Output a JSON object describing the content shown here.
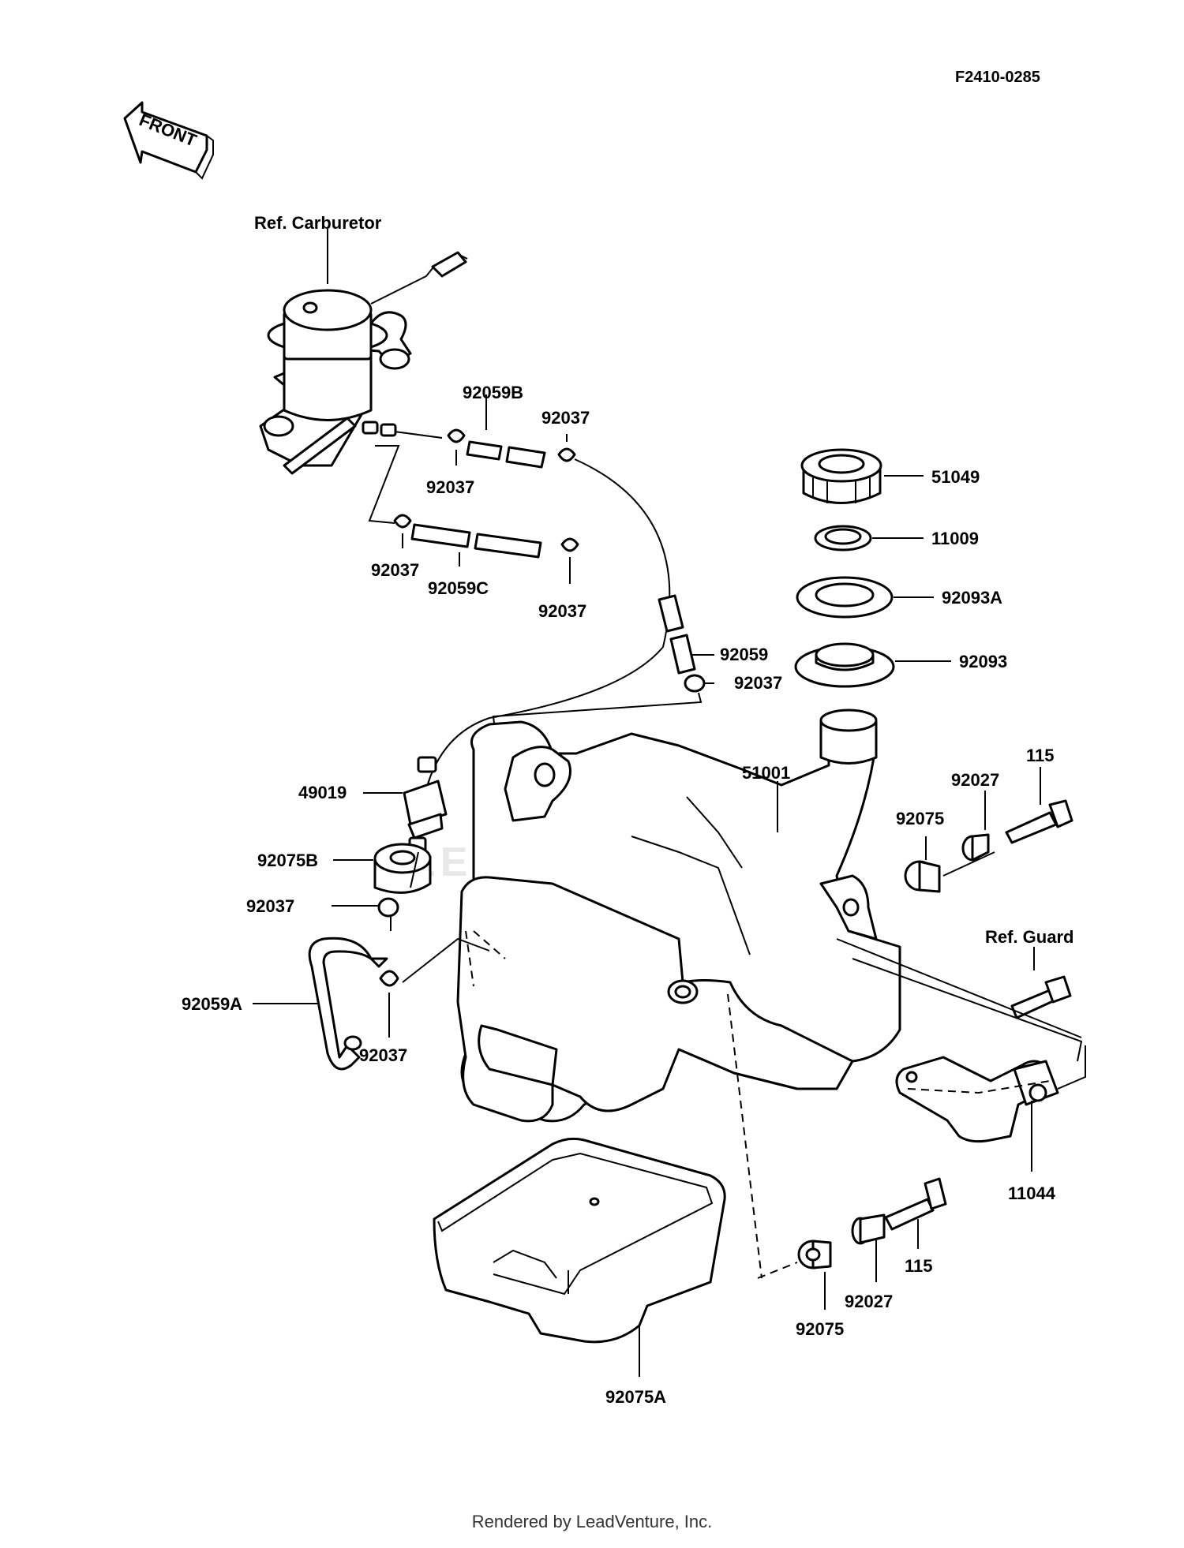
{
  "diagram_id": "F2410-0285",
  "front_label": "FRONT",
  "watermark": "LEADVENTURE",
  "footer": "Rendered by LeadVenture, Inc.",
  "callouts": {
    "ref_carburetor": "Ref. Carburetor",
    "p92059B": "92059B",
    "p92037_a": "92037",
    "p92037_b": "92037",
    "p92037_c": "92037",
    "p92059C": "92059C",
    "p92037_d": "92037",
    "p51049": "51049",
    "p11009": "11009",
    "p92093A": "92093A",
    "p92093": "92093",
    "p92059": "92059",
    "p92037_e": "92037",
    "p51001": "51001",
    "p115_a": "115",
    "p92027_a": "92027",
    "p92075_a": "92075",
    "p49019": "49019",
    "p92075B": "92075B",
    "p92037_f": "92037",
    "ref_guard": "Ref. Guard",
    "p92059A": "92059A",
    "p92037_g": "92037",
    "p11044": "11044",
    "p115_b": "115",
    "p92027_b": "92027",
    "p92075_b": "92075",
    "p92075A": "92075A"
  }
}
